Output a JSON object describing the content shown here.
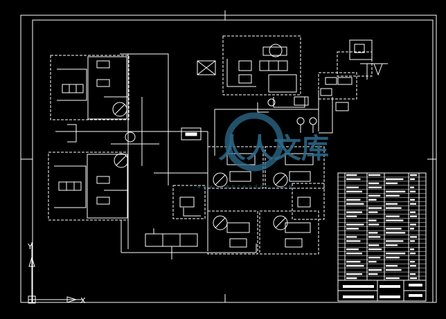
{
  "drawing": {
    "watermark_glyphs": "人人文库",
    "watermark_url": "www.renrendoc.com",
    "ucs_axis_x": "X",
    "ucs_axis_y": "Y"
  },
  "colors": {
    "background": "#000000",
    "lines": "#ffffff",
    "watermark": "#2e6c8c"
  },
  "title_block": {
    "rows": 26,
    "columns": 6
  }
}
